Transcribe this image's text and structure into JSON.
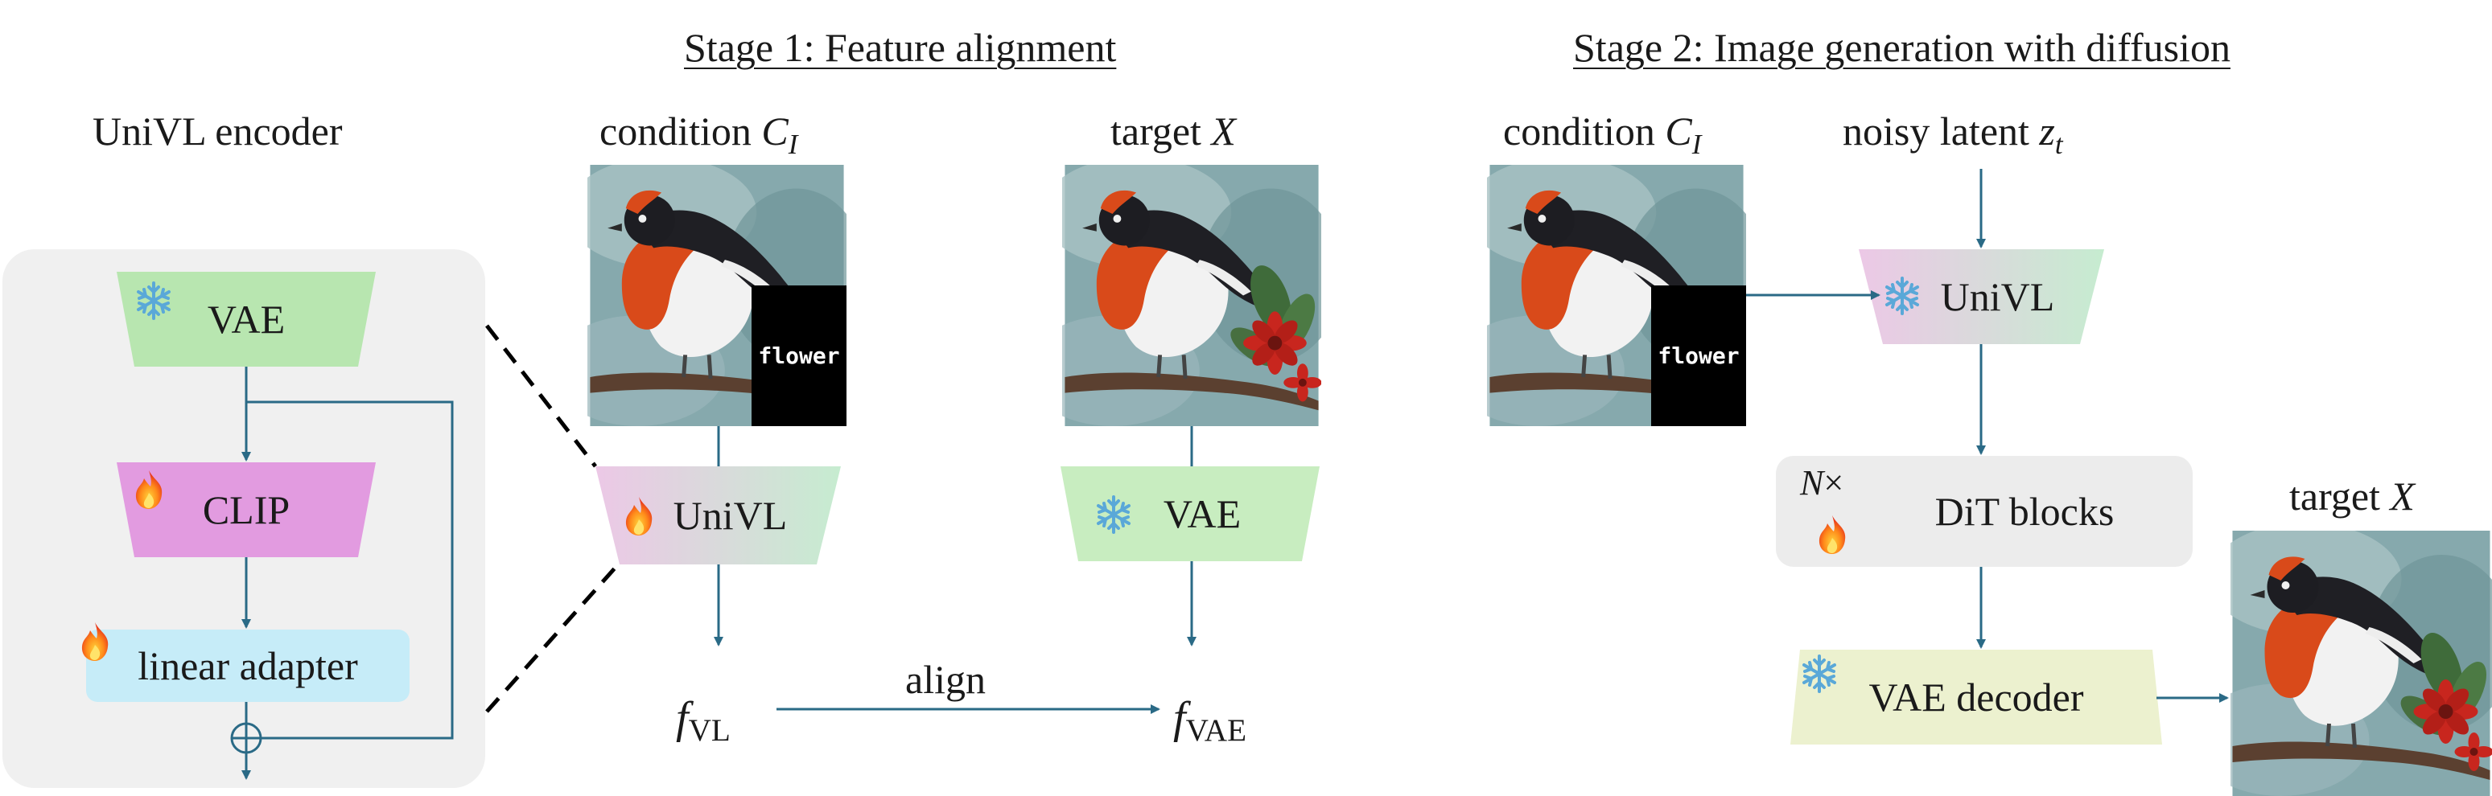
{
  "encoder": {
    "title": "UniVL encoder",
    "vae_label": "VAE",
    "clip_label": "CLIP",
    "adapter_label": "linear adapter"
  },
  "stage1": {
    "heading": "Stage 1: Feature alignment ",
    "condition_label": "condition ",
    "condition_symbol": "C",
    "condition_sub": "I",
    "target_label": "target ",
    "target_symbol": "X",
    "univl_label": "UniVL",
    "vae_label": "VAE",
    "f_symbol": "f",
    "fvl_sub": "VL",
    "fvae_sub": "VAE",
    "align_label": "align",
    "overlay_text": "flower"
  },
  "stage2": {
    "heading": "Stage 2: Image generation with diffusion",
    "condition_label": "condition ",
    "condition_symbol": "C",
    "condition_sub": "I",
    "noisy_label": "noisy latent ",
    "noisy_symbol": "z",
    "noisy_sub": "t",
    "univl_label": "UniVL",
    "dit_label": "DiT blocks",
    "n_symbol": "N",
    "n_times": "×",
    "vae_decoder_label": "VAE decoder",
    "target_label": "target ",
    "target_symbol": "X",
    "overlay_text": "flower"
  },
  "colors": {
    "arrow": "#2a6a86",
    "vae_green": "#b8e6b0",
    "clip_pink": "#e29be0",
    "adapter_blue": "#c6ecf8",
    "dit_gray": "#ececec",
    "decoder_yellow": "#ecf1cf",
    "panel_gray": "#f0f0f0"
  },
  "icons": {
    "frozen": "snowflake-icon",
    "trainable": "fire-icon"
  }
}
